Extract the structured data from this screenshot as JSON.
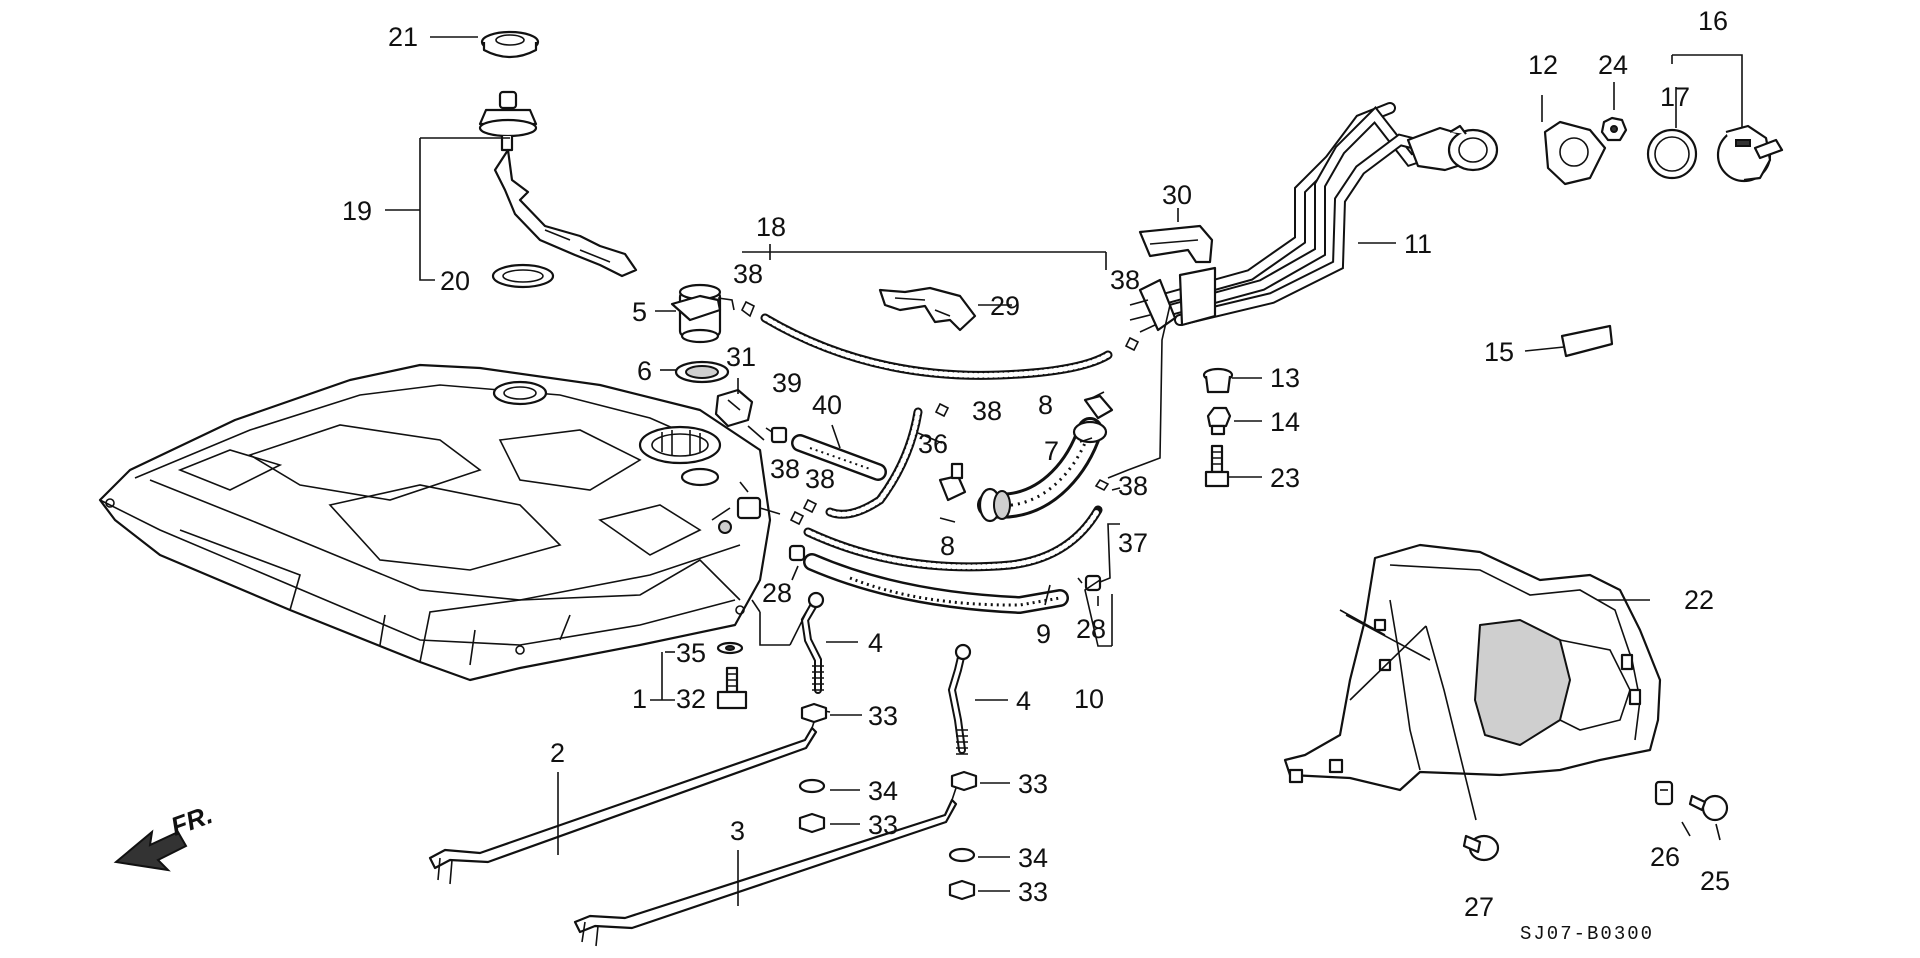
{
  "diagram_code": "SJ07-B0300",
  "direction_label": "FR.",
  "callouts": {
    "c1": "1",
    "c2": "2",
    "c3": "3",
    "c4a": "4",
    "c4b": "4",
    "c5": "5",
    "c6": "6",
    "c7": "7",
    "c8a": "8",
    "c8b": "8",
    "c9": "9",
    "c10": "10",
    "c11": "11",
    "c12": "12",
    "c13": "13",
    "c14": "14",
    "c15": "15",
    "c16": "16",
    "c17": "17",
    "c18": "18",
    "c19": "19",
    "c20": "20",
    "c21": "21",
    "c22": "22",
    "c23": "23",
    "c24": "24",
    "c25": "25",
    "c26": "26",
    "c27": "27",
    "c28a": "28",
    "c28b": "28",
    "c29": "29",
    "c30": "30",
    "c31": "31",
    "c32": "32",
    "c33a": "33",
    "c33b": "33",
    "c33c": "33",
    "c33d": "33",
    "c34a": "34",
    "c34b": "34",
    "c35": "35",
    "c36": "36",
    "c37": "37",
    "c38a": "38",
    "c38b": "38",
    "c38c": "38",
    "c38d": "38",
    "c38e": "38",
    "c38f": "38",
    "c39": "39",
    "c40": "40"
  },
  "colors": {
    "ink": "#111111",
    "paper": "#ffffff",
    "shade": "#cfcfcf"
  }
}
